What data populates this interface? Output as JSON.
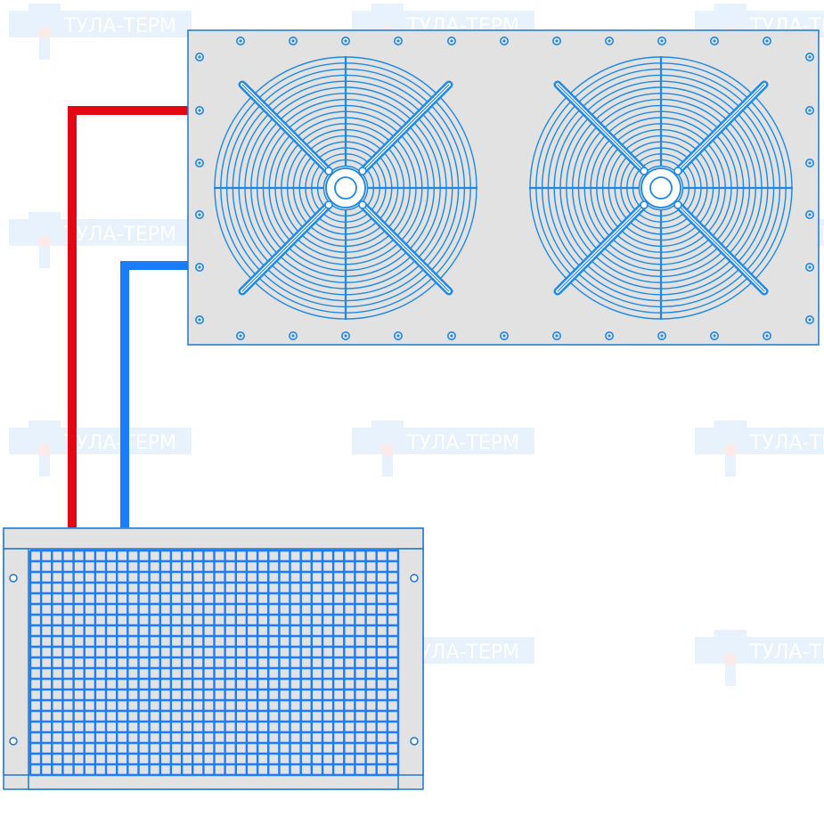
{
  "watermark": {
    "text": "ТУЛА-ТЕРМ",
    "color": "#1e88e5",
    "accent": "#e53935"
  },
  "colors": {
    "hot_pipe": "#e30613",
    "cold_pipe": "#1a7cff",
    "fan_blue": "#1e88e5",
    "housing_fill": "#e2e2e2",
    "housing_stroke": "#1e78d2"
  },
  "condenser": {
    "fan_count": 2,
    "bolt_icon": "bolt-icon"
  },
  "evaporator": {
    "grille": "grid-mesh"
  }
}
